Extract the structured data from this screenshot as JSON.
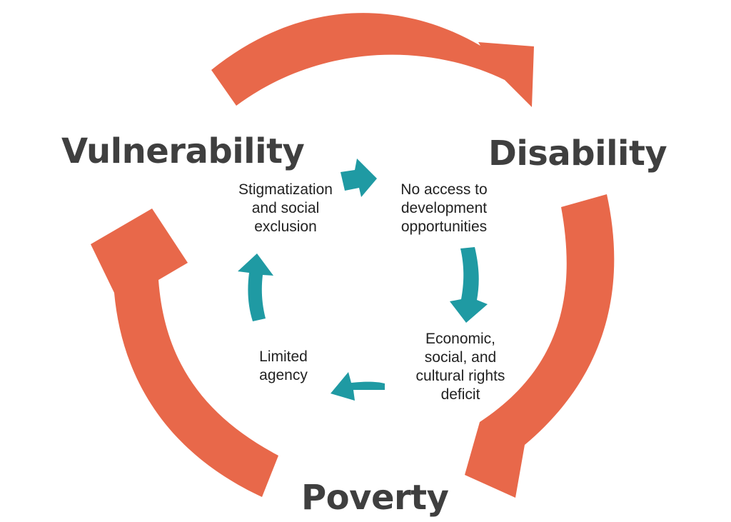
{
  "colors": {
    "outer_arrow": "#e8684a",
    "inner_arrow": "#1f9aa3",
    "outer_text": "#3f3f3f",
    "inner_text": "#222222"
  },
  "outer_cycle": {
    "vulnerability": "Vulnerability",
    "disability": "Disability",
    "poverty": "Poverty"
  },
  "inner_cycle": {
    "stigmatization": "Stigmatization\nand social\nexclusion",
    "no_access": "No access to\ndevelopment\nopportunities",
    "economic": "Economic,\nsocial, and\ncultural rights\ndeficit",
    "limited_agency": "Limited\nagency"
  }
}
